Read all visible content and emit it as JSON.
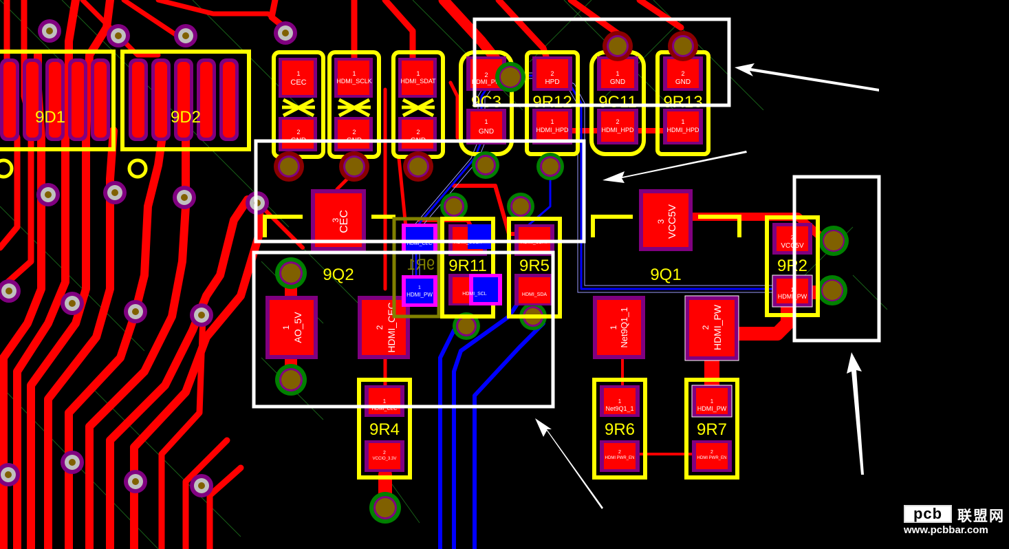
{
  "board": {
    "components": {
      "d1": "9D1",
      "d2": "9D2",
      "c3": "9C3",
      "r12": "9R12",
      "c11": "9C11",
      "r13": "9R13",
      "q2": "9Q2",
      "r11": "9R11",
      "r5": "9R5",
      "r1_mirror": "9R1",
      "q1": "9Q1",
      "r2": "9R2",
      "r4": "9R4",
      "r6": "9R6",
      "r7": "9R7"
    },
    "esd_pads": [
      {
        "pin1": "1",
        "net1": "CEC",
        "pin2": "2",
        "net2": "GND"
      },
      {
        "pin1": "1",
        "net1": "HDMI_SCLK",
        "pin2": "2",
        "net2": "GND"
      },
      {
        "pin1": "1",
        "net1": "HDMI_SDAT",
        "pin2": "2",
        "net2": "GND"
      }
    ],
    "pads": {
      "c3_top": "HDMI_PW",
      "c3_top_pin": "2",
      "c3_bottom": "GND",
      "c3_bottom_pin": "1",
      "r12_top": "HPD",
      "r12_top_pin": "2",
      "r12_bottom": "HDMI_HPD",
      "r12_bottom_pin": "1",
      "c11_top": "GND",
      "c11_top_pin": "1",
      "c11_bottom": "HDMI_HPD",
      "c11_bottom_pin": "2",
      "r13_top": "GND",
      "r13_top_pin": "2",
      "r13_bottom": "HDMI_HPD",
      "r13_bottom_pin": "1",
      "q2_pin3": "3",
      "q2_pin3_net": "CEC",
      "q2_pin1": "1",
      "q2_pin1_net": "AO_5V",
      "q2_pin2": "2",
      "q2_pin2_net": "HDMI_CEC",
      "q1_pin3": "3",
      "q1_pin3_net": "VCC5V",
      "q1_pin1": "1",
      "q1_pin1_net": "Net9Q1_1",
      "q1_pin2": "2",
      "q1_pin2_net": "HDMI_PW",
      "r2_top": "VCC5V",
      "r2_top_pin": "2",
      "r2_bottom": "HDMI_PW",
      "r2_bottom_pin": "1",
      "r1_top": "HDMI_CEC",
      "r1_bottom": "HDMI_PW",
      "r1_bottom_pin": "1",
      "r11_top": "HDMI_SCLK",
      "r11_bottom": "HDMI_SCL",
      "r5_top": "HDMI_SDAT",
      "r5_bottom": "HDMI_SDA",
      "r4_top": "HDMI_CEC",
      "r4_top_pin": "1",
      "r4_bottom": "VCCIO_3.3V",
      "r4_bottom_pin": "2",
      "r6_top": "Net9Q1_1",
      "r6_top_pin": "1",
      "r6_bottom": "HDMI PWR_EN",
      "r6_bottom_pin": "2",
      "r7_top": "HDMI_PW",
      "r7_top_pin": "1",
      "r7_bottom": "HDMI PWR_EN",
      "r7_bottom_pin": "2"
    },
    "colors": {
      "background": "#000000",
      "top_copper": "#ff0000",
      "bottom_copper": "#0000ff",
      "silkscreen": "#ffff00",
      "solder_mask": "#800080",
      "via_ring": "#008000",
      "drill": "#806000",
      "annotation": "#ffffff"
    }
  },
  "watermark": {
    "logo": "pcb",
    "cn": "联盟网",
    "url": "www.pcbbar.com"
  }
}
